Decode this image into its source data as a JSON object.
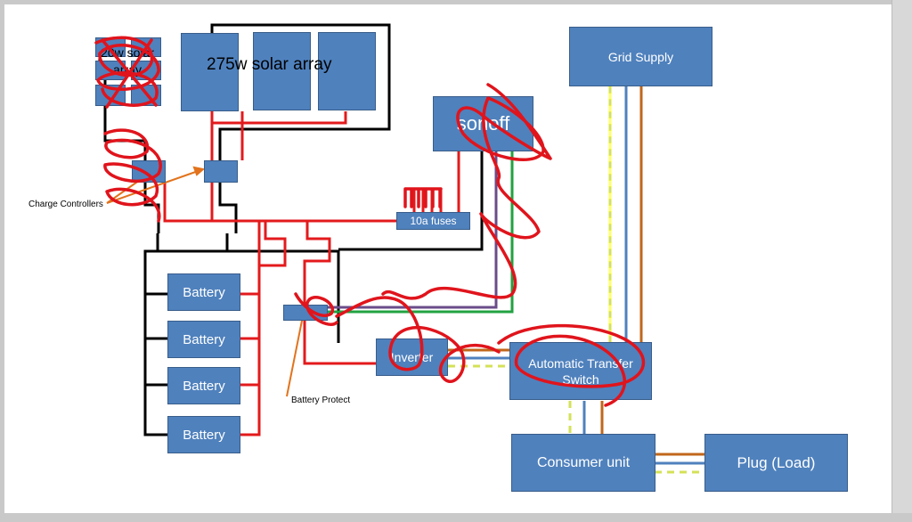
{
  "labels": {
    "small_array": "20w solar array",
    "solar_array": "275w solar array",
    "sonoff": "sonoff",
    "fuses": "10a fuses",
    "grid_supply": "Grid Supply",
    "battery": "Battery",
    "inverter": "Inverter",
    "ats": "Automatic Transfer Switch",
    "consumer_unit": "Consumer unit",
    "plug": "Plug (Load)",
    "charge_controllers": "Charge Controllers",
    "battery_protect": "Battery Protect"
  },
  "colors": {
    "box_fill": "#4f81bd",
    "box_border": "#385d8a",
    "positive_wire": "#e31a1c",
    "negative_wire": "#000000",
    "live_wire": "#c0671b",
    "neutral_wire": "#4f81bd",
    "earth_wire": "#d4e157",
    "scribble": "#e0141c",
    "callout": "#e2731c"
  }
}
